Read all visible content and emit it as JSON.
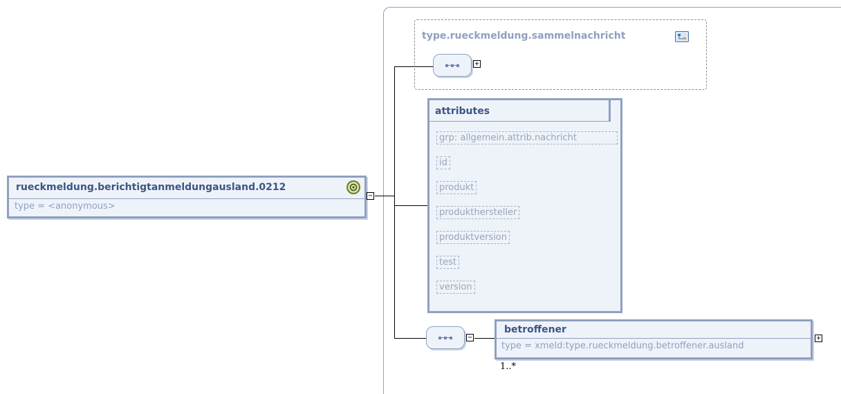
{
  "root": {
    "name": "rueckmeldung.berichtigtanmeldungausland.0212",
    "type": "type = <anonymous>",
    "toggle": "−",
    "badge_icon": "element-badge-icon"
  },
  "base_type": {
    "name": "type.rueckmeldung.sammelnachricht",
    "toggle": "+",
    "icon": "type-link-icon"
  },
  "attributes": {
    "header": "attributes",
    "items": [
      "grp: allgemein.attrib.nachricht",
      "id",
      "produkt",
      "produkthersteller",
      "produktversion",
      "test",
      "version"
    ]
  },
  "child": {
    "name": "betroffener",
    "type": "type = xmeld:type.rueckmeldung.betroffener.ausland",
    "cardinality": "1..*",
    "seq_toggle": "−",
    "toggle": "+"
  },
  "colors": {
    "accent": "#8fa0bf",
    "title": "#3d5584",
    "fill": "#eef3fa"
  }
}
